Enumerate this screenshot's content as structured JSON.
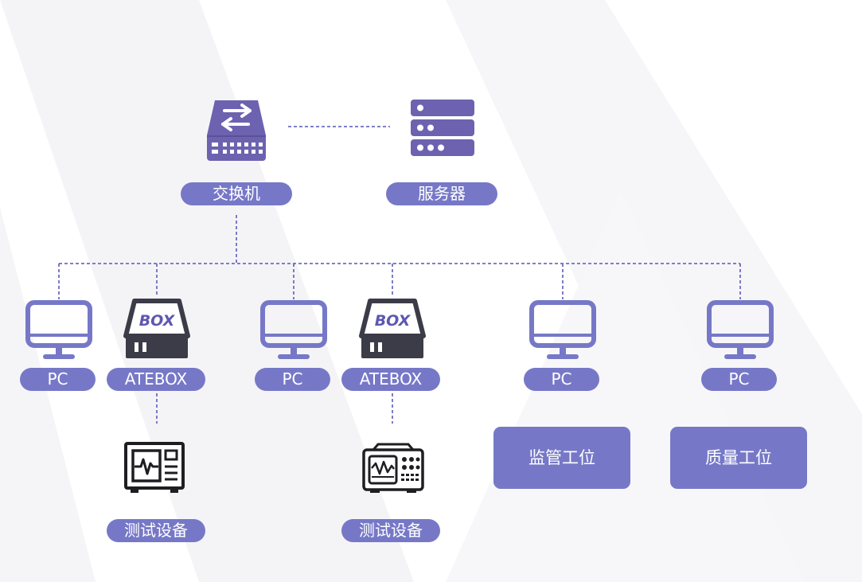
{
  "colors": {
    "accent": "#7678c7",
    "icon_purple": "#6c62b0",
    "icon_dark": "#3b3c47",
    "link": "#6f6dbf"
  },
  "nodes": {
    "switch": {
      "label": "交换机",
      "icon": "switch-icon"
    },
    "server": {
      "label": "服务器",
      "icon": "server-icon"
    },
    "pc_1": {
      "label": "PC",
      "icon": "monitor-icon"
    },
    "atebox_1": {
      "label": "ATEBOX",
      "icon": "box-device-icon",
      "icon_text": "BOX"
    },
    "pc_2": {
      "label": "PC",
      "icon": "monitor-icon"
    },
    "atebox_2": {
      "label": "ATEBOX",
      "icon": "box-device-icon",
      "icon_text": "BOX"
    },
    "pc_3": {
      "label": "PC",
      "icon": "monitor-icon"
    },
    "pc_4": {
      "label": "PC",
      "icon": "monitor-icon"
    },
    "test_device_1": {
      "label": "测试设备",
      "icon": "test-instrument-icon"
    },
    "test_device_2": {
      "label": "测试设备",
      "icon": "test-instrument-icon"
    },
    "supervision_station": {
      "label": "监管工位"
    },
    "quality_station": {
      "label": "质量工位"
    }
  }
}
